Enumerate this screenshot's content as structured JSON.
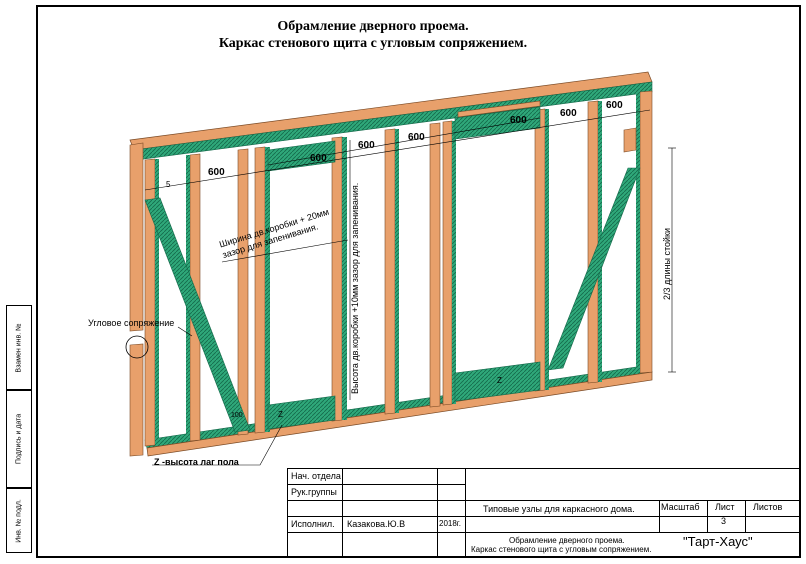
{
  "title": {
    "line1": "Обрамление дверного проема.",
    "line2": "Каркас стенового щита с угловым сопряжением."
  },
  "colors": {
    "wood": "#e8a06b",
    "wood_dark": "#c4794a",
    "green": "#2fa87a",
    "green_dark": "#14694a"
  },
  "dimensions": {
    "d600_1": "600",
    "d600_2": "600",
    "d600_3": "600",
    "d600_4": "600",
    "d600_5": "600",
    "d600_6": "600",
    "d600_7": "600",
    "d5": "5",
    "d100": "100",
    "z_mark1": "Z",
    "z_mark2": "Z"
  },
  "annotations": {
    "width_note": "Ширина дв.коробки + 20мм зазор для запенивания.",
    "height_note": "Высота дв.коробки +10мм зазор для запенивания.",
    "corner_joint": "Угловое сопряжение",
    "floor_joist": "Z -высота лаг пола",
    "stud_length": "2/3 длины стойки"
  },
  "side_strip": {
    "cell1": "Взамен инв. №",
    "cell2": "Подпись и дата",
    "cell3": "Инв. № подл."
  },
  "stamp": {
    "nach_otdela": "Нач. отдела",
    "ruk_gruppy": "Рук.группы",
    "ispolnil": "Исполнил.",
    "author": "Казакова.Ю.В",
    "year": "2018г.",
    "doc_title": "Типовые узлы для каркасного дома.",
    "sheet_title_1": "Обрамление дверного проема.",
    "sheet_title_2": "Каркас стенового щита с угловым сопряжением.",
    "scale_label": "Масштаб",
    "sheet_label": "Лист",
    "sheets_label": "Листов",
    "sheet_num": "3",
    "company": "\"Тарт-Хаус\""
  }
}
